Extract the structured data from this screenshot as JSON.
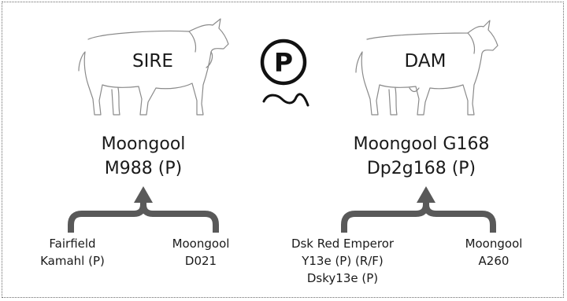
{
  "sire": {
    "label": "SIRE",
    "name_line1": "Moongool",
    "name_line2": "M988 (P)",
    "parents": [
      {
        "line1": "Fairfield",
        "line2": "Kamahl (P)"
      },
      {
        "line1": "Moongool",
        "line2": "D021"
      }
    ]
  },
  "dam": {
    "label": "DAM",
    "name_line1": "Moongool G168",
    "name_line2": "Dp2g168 (P)",
    "parents": [
      {
        "line1": "Dsk Red Emperor",
        "line2": "Y13e (P) (R/F)",
        "line3": "Dsky13e (P)"
      },
      {
        "line1": "Moongool",
        "line2": "A260"
      }
    ]
  },
  "center_symbol": {
    "letter": "P",
    "icon": "polled-symbol-icon"
  },
  "colors": {
    "bracket": "#595959",
    "outline": "#8a8a8a",
    "text": "#1a1a1a"
  }
}
